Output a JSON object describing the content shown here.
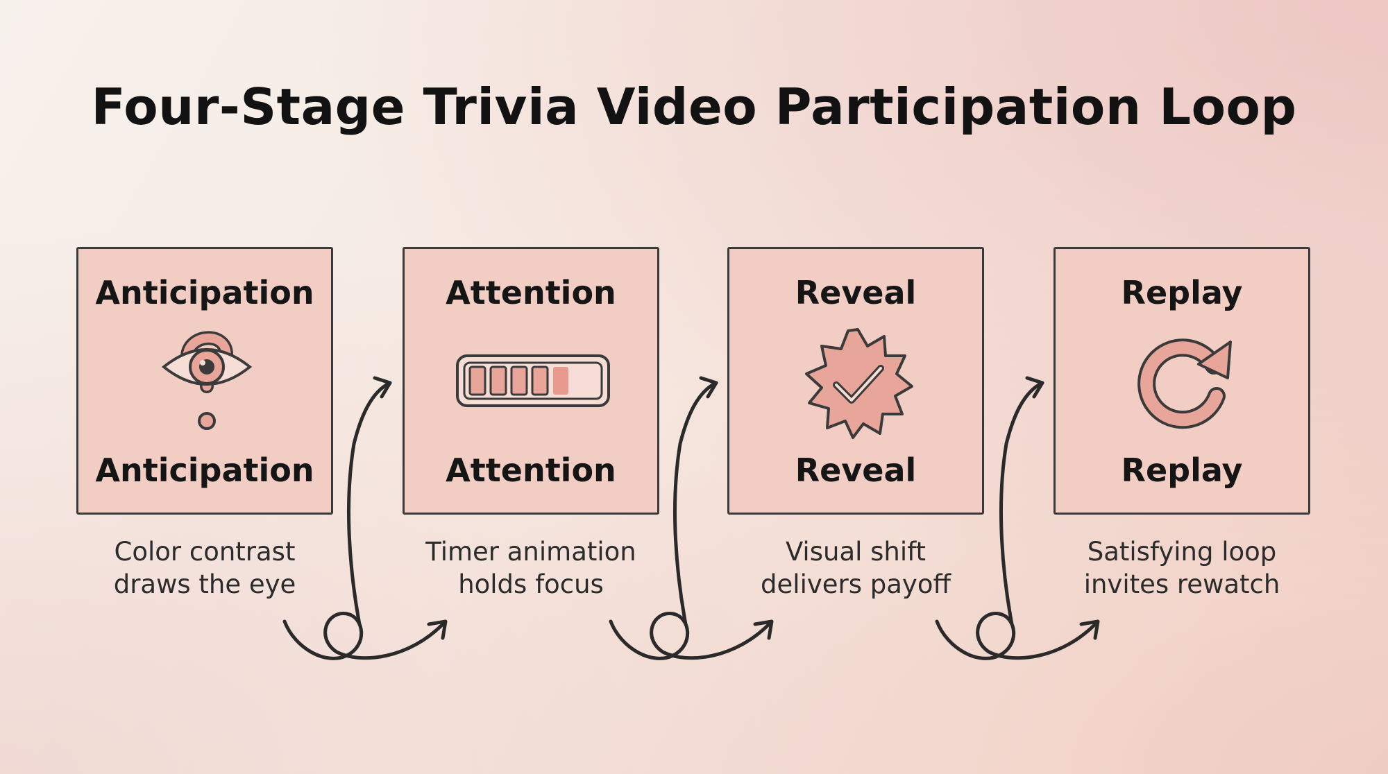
{
  "title": "Four-Stage Trivia Video Participation Loop",
  "colors": {
    "card_fill": "#f1cdc3",
    "icon_fill": "#e8a59a",
    "outline": "#3a3a3a"
  },
  "stages": [
    {
      "title_top": "Anticipation",
      "title_bottom": "Anticipation",
      "icon": "eye-question-icon",
      "caption_line1": "Color contrast",
      "caption_line2": "draws the eye"
    },
    {
      "title_top": "Attention",
      "title_bottom": "Attention",
      "icon": "timer-bar-icon",
      "caption_line1": "Timer animation",
      "caption_line2": "holds focus"
    },
    {
      "title_top": "Reveal",
      "title_bottom": "Reveal",
      "icon": "checkmark-badge-icon",
      "caption_line1": "Visual shift",
      "caption_line2": "delivers payoff"
    },
    {
      "title_top": "Replay",
      "title_bottom": "Replay",
      "icon": "replay-icon",
      "caption_line1": "Satisfying loop",
      "caption_line2": "invites rewatch"
    }
  ]
}
